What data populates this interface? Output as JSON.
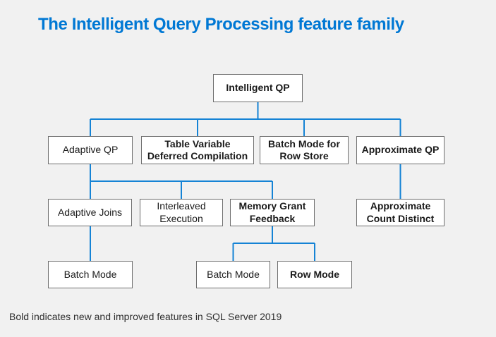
{
  "title": "The Intelligent Query Processing feature family",
  "footnote": "Bold indicates new and improved features in SQL Server 2019",
  "colors": {
    "background": "#f1f1f1",
    "box_bg": "#ffffff",
    "box_border": "#6e6e6e",
    "connector": "#1583d5",
    "title": "#0078d4",
    "text": "#1a1a1a",
    "footer": "#2f2f2f"
  },
  "diagram": {
    "nodes": [
      {
        "id": "intelligent-qp",
        "label": "Intelligent QP",
        "bold": true,
        "parent": null
      },
      {
        "id": "adaptive-qp",
        "label": "Adaptive QP",
        "bold": false,
        "parent": "intelligent-qp"
      },
      {
        "id": "table-variable-deferred-compilation",
        "label": "Table Variable\nDeferred Compilation",
        "bold": true,
        "parent": "intelligent-qp"
      },
      {
        "id": "batch-mode-for-row-store",
        "label": "Batch Mode for\nRow Store",
        "bold": true,
        "parent": "intelligent-qp"
      },
      {
        "id": "approximate-qp",
        "label": "Approximate QP",
        "bold": true,
        "parent": "intelligent-qp"
      },
      {
        "id": "adaptive-joins",
        "label": "Adaptive Joins",
        "bold": false,
        "parent": "adaptive-qp"
      },
      {
        "id": "interleaved-execution",
        "label": "Interleaved\nExecution",
        "bold": false,
        "parent": "adaptive-qp"
      },
      {
        "id": "memory-grant-feedback",
        "label": "Memory Grant\nFeedback",
        "bold": true,
        "parent": "adaptive-qp"
      },
      {
        "id": "approximate-count-distinct",
        "label": "Approximate\nCount Distinct",
        "bold": true,
        "parent": "approximate-qp"
      },
      {
        "id": "batch-mode-adaptive-joins",
        "label": "Batch Mode",
        "bold": false,
        "parent": "adaptive-joins"
      },
      {
        "id": "batch-mode-memory-grant",
        "label": "Batch Mode",
        "bold": false,
        "parent": "memory-grant-feedback"
      },
      {
        "id": "row-mode",
        "label": "Row Mode",
        "bold": true,
        "parent": "memory-grant-feedback"
      }
    ]
  }
}
